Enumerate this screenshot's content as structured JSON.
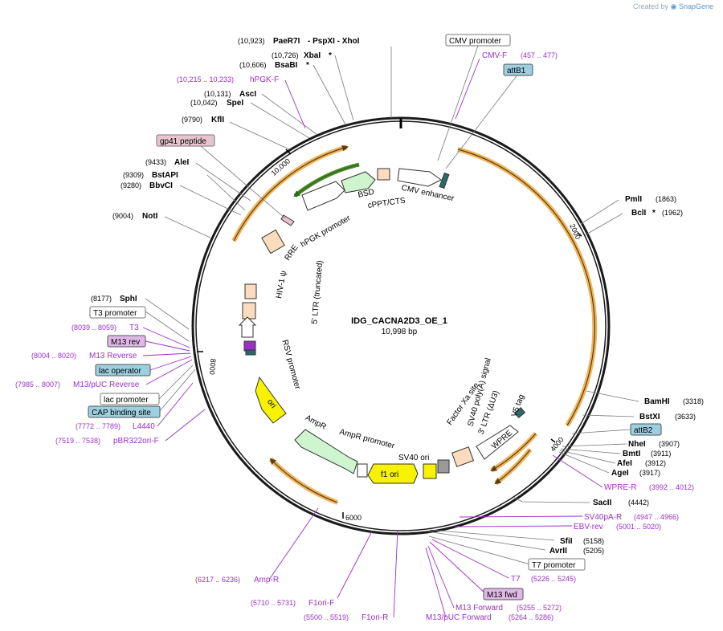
{
  "credit": {
    "prefix": "Created by",
    "brand": "SnapGene",
    "logo_icon": "snapgene-logo-icon"
  },
  "plasmid": {
    "name": "IDG_CACNA2D3_OE_1",
    "length": 10998,
    "length_label": "10,998 bp"
  },
  "colors": {
    "backbone": "#1a1a1a",
    "enzyme": "#000000",
    "primer": "#9b30c8",
    "orf_orange": "#f0b45a",
    "orf_green": "#4a8a2a",
    "promoter_fill": "#ffffff",
    "misc_peach": "#fcdcbe",
    "ori_yellow": "#f6f200",
    "amp_green": "#cff5cf",
    "operator_blue": "#9ccfe0",
    "peptide_pink": "#e8c4cf",
    "leader": "#777777"
  },
  "ticks": [
    2000,
    4000,
    6000,
    8000,
    10000
  ],
  "enzymes": [
    {
      "name": "PaeR7I",
      "extra": " - PspXI  - XhoI",
      "pos": 10923,
      "pos_label": "(10,923)",
      "star": false
    },
    {
      "name": "XbaI",
      "pos": 10726,
      "pos_label": "(10,726)",
      "star": true
    },
    {
      "name": "BsaBI",
      "pos": 10606,
      "pos_label": "(10,606)",
      "star": true
    },
    {
      "name": "AscI",
      "pos": 10131,
      "pos_label": "(10,131)",
      "star": false
    },
    {
      "name": "SpeI",
      "pos": 10042,
      "pos_label": "(10,042)",
      "star": false
    },
    {
      "name": "KflI",
      "pos": 9790,
      "pos_label": "(9790)",
      "star": false
    },
    {
      "name": "AleI",
      "pos": 9433,
      "pos_label": "(9433)",
      "star": false
    },
    {
      "name": "BstAPI",
      "pos": 9309,
      "pos_label": "(9309)",
      "star": false
    },
    {
      "name": "BbvCI",
      "pos": 9280,
      "pos_label": "(9280)",
      "star": false
    },
    {
      "name": "NotI",
      "pos": 9004,
      "pos_label": "(9004)",
      "star": false
    },
    {
      "name": "SphI",
      "pos": 8177,
      "pos_label": "(8177)",
      "star": false
    },
    {
      "name": "PmlI",
      "pos": 1863,
      "pos_label": "(1863)",
      "star": false
    },
    {
      "name": "BclI",
      "pos": 1962,
      "pos_label": "(1962)",
      "star": true
    },
    {
      "name": "BamHI",
      "pos": 3318,
      "pos_label": "(3318)",
      "star": false
    },
    {
      "name": "BstXI",
      "pos": 3633,
      "pos_label": "(3633)",
      "star": false
    },
    {
      "name": "NheI",
      "pos": 3907,
      "pos_label": "(3907)",
      "star": false
    },
    {
      "name": "BmtI",
      "pos": 3911,
      "pos_label": "(3911)",
      "star": false
    },
    {
      "name": "AfeI",
      "pos": 3912,
      "pos_label": "(3912)",
      "star": false
    },
    {
      "name": "AgeI",
      "pos": 3917,
      "pos_label": "(3917)",
      "star": false
    },
    {
      "name": "SacII",
      "pos": 4442,
      "pos_label": "(4442)",
      "star": false
    },
    {
      "name": "SfiI",
      "pos": 5158,
      "pos_label": "(5158)",
      "star": false
    },
    {
      "name": "AvrII",
      "pos": 5205,
      "pos_label": "(5205)",
      "star": false
    }
  ],
  "primers": [
    {
      "name": "hPGK-F",
      "range": "(10,215 .. 10,233)",
      "pos": 10224
    },
    {
      "name": "CMV-F",
      "range": "(457 .. 477)",
      "pos": 467
    },
    {
      "name": "T3",
      "range": "(8039 .. 8059)",
      "pos": 8049
    },
    {
      "name": "M13 Reverse",
      "range": "(8004 .. 8020)",
      "pos": 8012
    },
    {
      "name": "M13/pUC Reverse",
      "range": "(7985 .. 8007)",
      "pos": 7996
    },
    {
      "name": "L4440",
      "range": "(7772 .. 7789)",
      "pos": 7780
    },
    {
      "name": "pBR322ori-F",
      "range": "(7519 .. 7538)",
      "pos": 7528
    },
    {
      "name": "WPRE-R",
      "range": "(3992 .. 4012)",
      "pos": 4002
    },
    {
      "name": "SV40pA-R",
      "range": "(4947 .. 4966)",
      "pos": 4956
    },
    {
      "name": "EBV-rev",
      "range": "(5001 .. 5020)",
      "pos": 5010
    },
    {
      "name": "T7",
      "range": "(5226 .. 5245)",
      "pos": 5235
    },
    {
      "name": "M13 Forward",
      "range": "(5255 .. 5272)",
      "pos": 5263
    },
    {
      "name": "M13/pUC Forward",
      "range": "(5264 .. 5286)",
      "pos": 5275
    },
    {
      "name": "Amp-R",
      "range": "(6217 .. 6236)",
      "pos": 6226
    },
    {
      "name": "F1ori-F",
      "range": "(5710 .. 5731)",
      "pos": 5720
    },
    {
      "name": "F1ori-R",
      "range": "(5500 .. 5519)",
      "pos": 5510
    }
  ],
  "boxed_labels": [
    {
      "name": "CMV promoter",
      "kind": "promoter",
      "pos": 320
    },
    {
      "name": "attB1",
      "kind": "operator",
      "pos": 560
    },
    {
      "name": "gp41 peptide",
      "kind": "peptide",
      "pos": 9580
    },
    {
      "name": "T3 promoter",
      "kind": "promoter",
      "pos": 8060
    },
    {
      "name": "M13 rev",
      "kind": "peptide",
      "pos": 8012
    },
    {
      "name": "lac operator",
      "kind": "operator",
      "pos": 7985
    },
    {
      "name": "lac promoter",
      "kind": "promoter",
      "pos": 7950
    },
    {
      "name": "CAP binding site",
      "kind": "operator",
      "pos": 7915
    },
    {
      "name": "attB2",
      "kind": "operator",
      "pos": 3860
    },
    {
      "name": "T7 promoter",
      "kind": "promoter",
      "pos": 5230
    },
    {
      "name": "M13 fwd",
      "kind": "peptide",
      "pos": 5265
    }
  ],
  "inner_features": [
    {
      "name": "CMV enhancer"
    },
    {
      "name": "cPPT/CTS"
    },
    {
      "name": "BSD"
    },
    {
      "name": "hPGK promoter"
    },
    {
      "name": "RRE"
    },
    {
      "name": "HIV-1 ψ"
    },
    {
      "name": "5' LTR (truncated)"
    },
    {
      "name": "RSV promoter"
    },
    {
      "name": "ori"
    },
    {
      "name": "AmpR"
    },
    {
      "name": "AmpR promoter"
    },
    {
      "name": "f1 ori"
    },
    {
      "name": "SV40 ori"
    },
    {
      "name": "SV40 poly(A) signal"
    },
    {
      "name": "3' LTR (ΔU3)"
    },
    {
      "name": "WPRE"
    },
    {
      "name": "V5 tag"
    },
    {
      "name": "Factor Xa site"
    }
  ]
}
